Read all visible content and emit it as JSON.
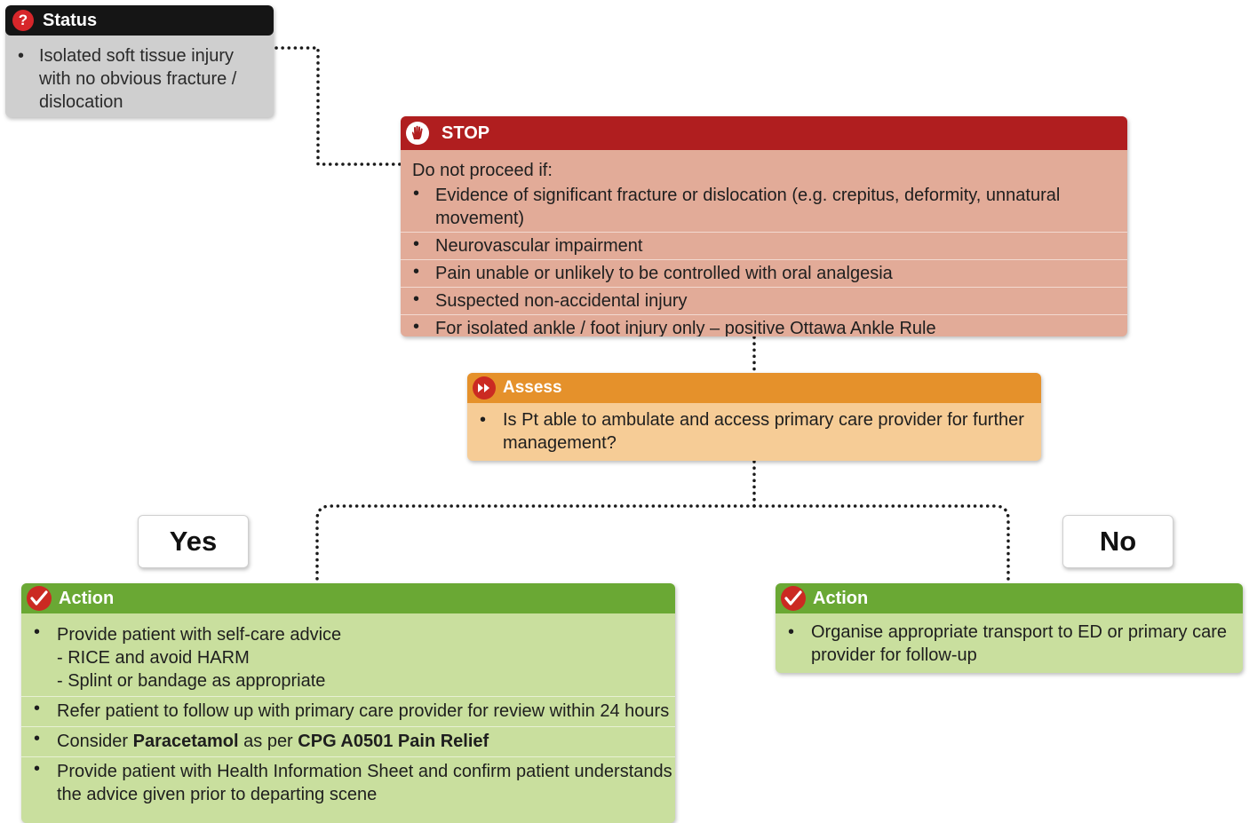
{
  "status": {
    "title": "Status",
    "icon": "question-icon",
    "icon_glyph": "?",
    "lines": [
      "Isolated soft tissue injury",
      "with no obvious fracture /",
      "dislocation"
    ]
  },
  "stop": {
    "title": "STOP",
    "icon": "stop-hand-icon",
    "intro": "Do not proceed if:",
    "items": [
      [
        "Evidence of significant fracture or dislocation (e.g. crepitus, deformity, unnatural",
        "movement)"
      ],
      [
        "Neurovascular impairment"
      ],
      [
        "Pain unable or unlikely to be controlled with oral analgesia"
      ],
      [
        "Suspected non-accidental injury"
      ],
      [
        "For isolated ankle / foot injury only – positive Ottawa Ankle Rule"
      ]
    ]
  },
  "assess": {
    "title": "Assess",
    "icon": "fast-forward-icon",
    "lines": [
      "Is Pt able to ambulate and access primary care provider for further",
      "management?"
    ]
  },
  "yes_label": "Yes",
  "no_label": "No",
  "action_yes": {
    "title": "Action",
    "icon": "checkmark-icon",
    "item1": "Provide patient with self-care advice",
    "item1_sub1": "- RICE and avoid HARM",
    "item1_sub2": "- Splint or bandage as appropriate",
    "item2": "Refer patient to follow up with primary care provider for review within 24 hours",
    "item3_pre": "Consider ",
    "item3_b1": "Paracetamol",
    "item3_mid": " as per ",
    "item3_b2": "CPG A0501 Pain Relief",
    "item4_line1": "Provide patient with Health Information Sheet and confirm patient understands",
    "item4_line2": "the advice given prior to departing scene"
  },
  "action_no": {
    "title": "Action",
    "icon": "checkmark-icon",
    "lines": [
      "Organise appropriate transport to ED or primary care",
      "provider for follow-up"
    ]
  },
  "colors": {
    "status_header": "#151515",
    "status_body": "#cfcfcf",
    "stop_header": "#b01e1f",
    "stop_body": "#e2ab98",
    "assess_header": "#e5912b",
    "assess_body": "#f6cc96",
    "action_header": "#6aa834",
    "action_body": "#c9df9e",
    "connector": "#1a1a1a"
  }
}
